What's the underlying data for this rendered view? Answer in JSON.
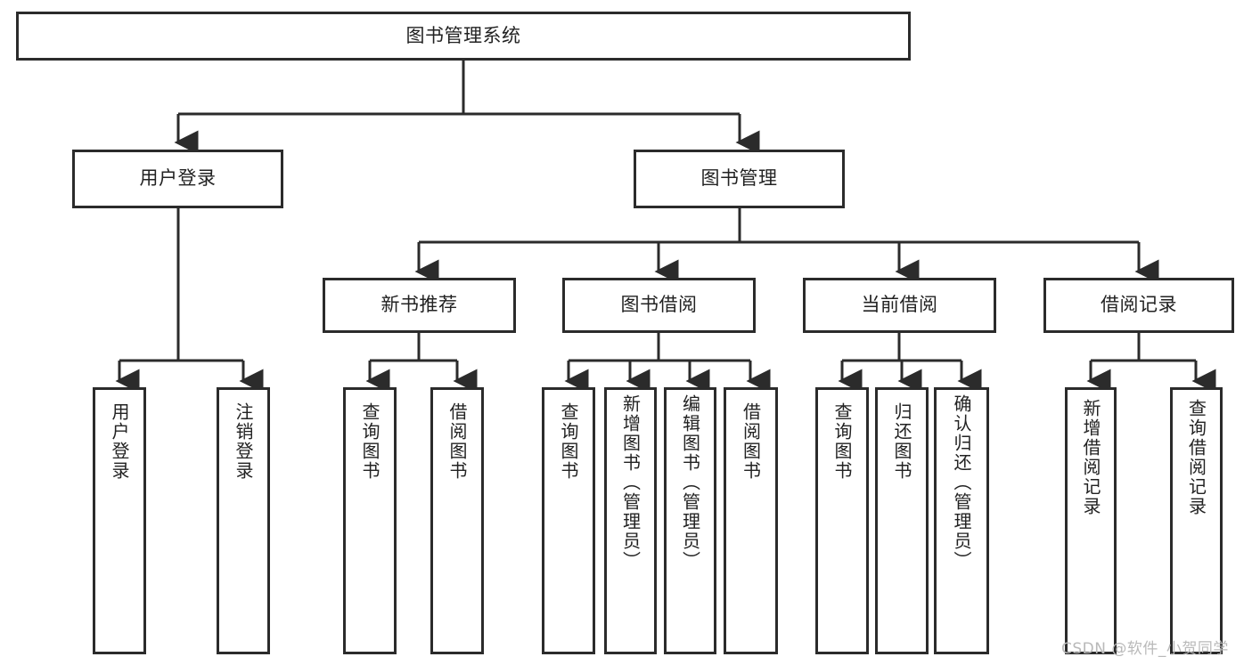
{
  "diagram": {
    "title": "图书管理系统",
    "type": "tree-hierarchy-chart",
    "root": {
      "label": "图书管理系统"
    },
    "level2": [
      {
        "label": "用户登录"
      },
      {
        "label": "图书管理"
      }
    ],
    "level3": [
      {
        "label": "新书推荐"
      },
      {
        "label": "图书借阅"
      },
      {
        "label": "当前借阅"
      },
      {
        "label": "借阅记录"
      }
    ],
    "leaves": {
      "user_login": [
        {
          "label": "用户登录"
        },
        {
          "label": "注销登录"
        }
      ],
      "new_book_recommend": [
        {
          "label": "查询图书"
        },
        {
          "label": "借阅图书"
        }
      ],
      "book_borrow": [
        {
          "label": "查询图书"
        },
        {
          "label": "新增图书（管理员）"
        },
        {
          "label": "编辑图书（管理员）"
        },
        {
          "label": "借阅图书"
        }
      ],
      "current_borrow": [
        {
          "label": "查询图书"
        },
        {
          "label": "归还图书"
        },
        {
          "label": "确认归还（管理员）"
        }
      ],
      "borrow_record": [
        {
          "label": "新增借阅记录"
        },
        {
          "label": "查询借阅记录"
        }
      ]
    }
  },
  "watermark": {
    "text": "CSDN @软件_小贺同学"
  },
  "colors": {
    "stroke": "#2b2b2b",
    "text": "#222222",
    "background": "#ffffff",
    "watermark": "#b9b9b9"
  }
}
